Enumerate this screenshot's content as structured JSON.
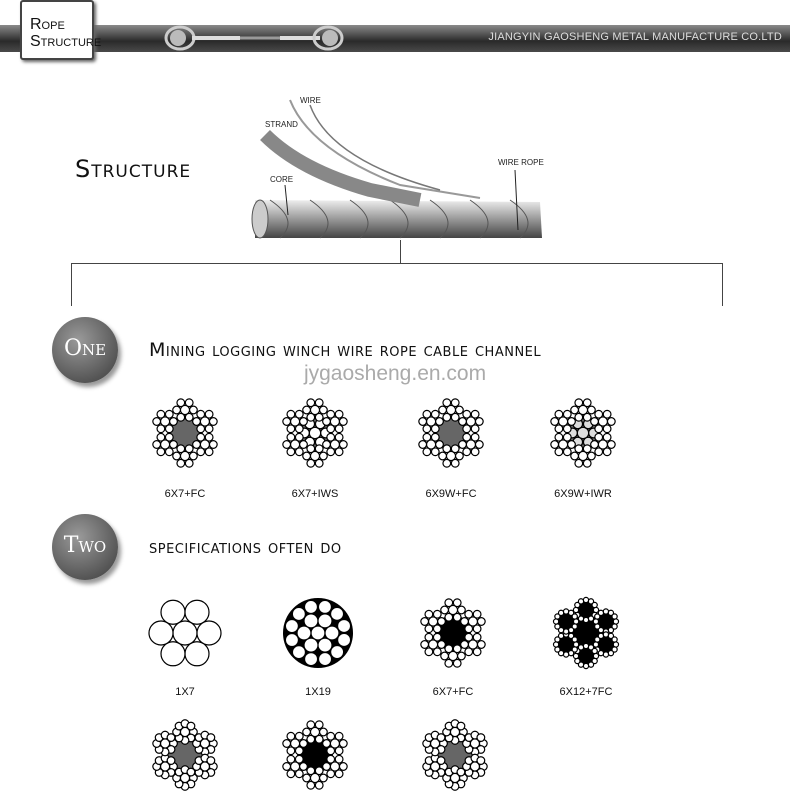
{
  "header": {
    "title_line1": "Rope",
    "title_line2": "Structure",
    "company": "JIANGYIN GAOSHENG METAL MANUFACTURE CO.LTD"
  },
  "structure": {
    "title": "Structure",
    "labels": {
      "wire": "WIRE",
      "strand": "STRAND",
      "core": "CORE",
      "wire_rope": "WIRE ROPE"
    }
  },
  "watermark": "jygaosheng.en.com",
  "section_one": {
    "badge": "One",
    "heading": "Mining logging winch wire rope cable channel",
    "items": [
      {
        "label": "6X7+FC",
        "type": "6x7fc"
      },
      {
        "label": "6X7+IWS",
        "type": "6x7iws"
      },
      {
        "label": "6X9W+FC",
        "type": "6x9wfc"
      },
      {
        "label": "6X9W+IWR",
        "type": "6x9wiwr"
      }
    ]
  },
  "section_two": {
    "badge": "Two",
    "heading": "specifications often do",
    "items": [
      {
        "label": "1X7",
        "type": "1x7"
      },
      {
        "label": "1X19",
        "type": "1x19"
      },
      {
        "label": "6X7+FC",
        "type": "6x7fcb"
      },
      {
        "label": "6X12+7FC",
        "type": "6x12"
      }
    ],
    "partial_items": [
      {
        "type": "dense"
      },
      {
        "type": "6x7fcb"
      },
      {
        "type": "dense"
      }
    ]
  }
}
